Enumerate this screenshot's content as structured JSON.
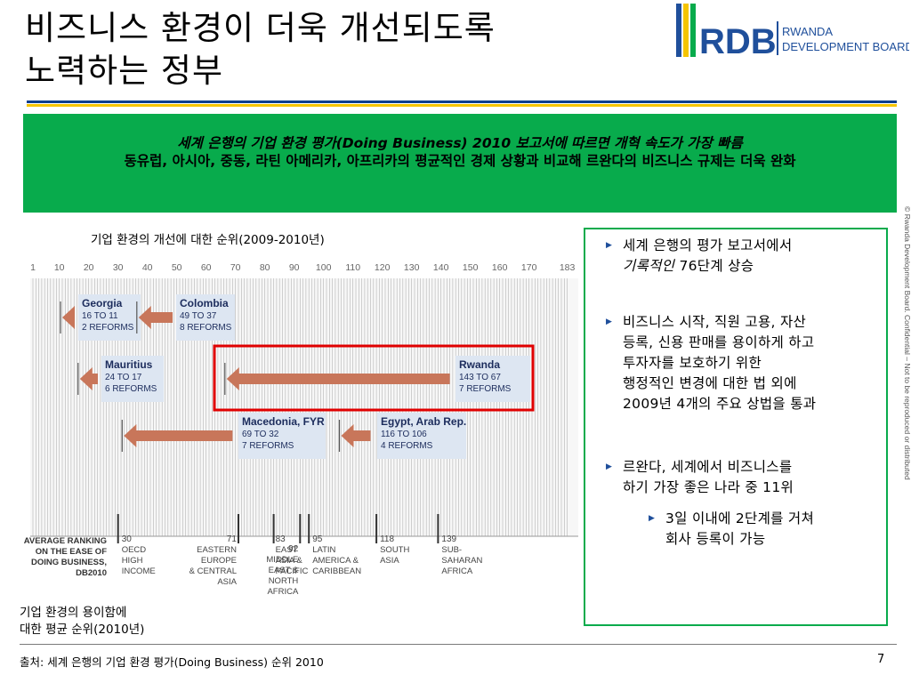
{
  "title": {
    "line1": "비즈니스 환경이 더욱 개선되도록",
    "line2": "노력하는 정부"
  },
  "logo": {
    "mark": "RDB",
    "line1": "RWANDA",
    "line2": "DEVELOPMENT BOARD"
  },
  "banner": {
    "line1": "세계 은행의 기업 환경 평가(Doing Business) 2010 보고서에 따르면 개혁 속도가 가장 빠름",
    "line2": "동유럽, 아시아, 중동, 라틴 아메리카, 아프리카의 평균적인 경제 상황과 비교해 르완다의 비즈니스 규제는 더욱 완화"
  },
  "chart_data": {
    "type": "bar",
    "title": "기업 환경의 개선에 대한 순위(2009-2010년)",
    "x_ticks": [
      "1",
      "10",
      "20",
      "30",
      "40",
      "50",
      "60",
      "70",
      "80",
      "90",
      "100",
      "110",
      "120",
      "130",
      "140",
      "150",
      "160",
      "170",
      "183"
    ],
    "series": [
      {
        "name": "Georgia",
        "from": 16,
        "to": 11,
        "reforms": "2 REFORMS",
        "detail": "16 TO 11"
      },
      {
        "name": "Colombia",
        "from": 49,
        "to": 37,
        "reforms": "8 REFORMS",
        "detail": "49 TO 37"
      },
      {
        "name": "Mauritius",
        "from": 24,
        "to": 17,
        "reforms": "6 REFORMS",
        "detail": "24 TO 17"
      },
      {
        "name": "Rwanda",
        "from": 143,
        "to": 67,
        "reforms": "7 REFORMS",
        "detail": "143 TO 67"
      },
      {
        "name": "Macedonia, FYR",
        "from": 69,
        "to": 32,
        "reforms": "7 REFORMS",
        "detail": "69 TO 32"
      },
      {
        "name": "Egypt, Arab Rep.",
        "from": 116,
        "to": 106,
        "reforms": "4 REFORMS",
        "detail": "116 TO 106"
      }
    ],
    "average_label": [
      "AVERAGE RANKING",
      "ON THE EASE OF",
      "DOING BUSINESS,",
      "DB2010"
    ],
    "averages": [
      {
        "value": 30,
        "lines": [
          "OECD",
          "HIGH",
          "INCOME"
        ]
      },
      {
        "value": 71,
        "lines": [
          "EASTERN",
          "EUROPE",
          "& CENTRAL",
          "ASIA"
        ]
      },
      {
        "value": 83,
        "lines": [
          "EAST",
          "ASIA &",
          "PACIFIC"
        ]
      },
      {
        "value": 92,
        "lines": [
          "MIDDLE",
          "EAST &",
          "NORTH",
          "AFRICA"
        ]
      },
      {
        "value": 95,
        "lines": [
          "LATIN",
          "AMERICA &",
          "CARIBBEAN"
        ]
      },
      {
        "value": 118,
        "lines": [
          "SOUTH",
          "ASIA"
        ]
      },
      {
        "value": 139,
        "lines": [
          "SUB-",
          "SAHARAN",
          "AFRICA"
        ]
      }
    ],
    "bottom_label": [
      "기업 환경의 용이함에",
      "대한 평균 순위(2010년)"
    ],
    "colors": {
      "arrow": "#c8765a",
      "label_box": "#dde6f2",
      "label_text": "#1c2c5c",
      "highlight": "#e00000",
      "grid": "#b4b4b4"
    }
  },
  "bullets": {
    "b1": {
      "line1": "세계 은행의 평가 보고서에서",
      "line2_italic": "기록적인",
      "line2_rest": " 76단계 상승"
    },
    "b2": {
      "lines": [
        "비즈니스 시작, 직원 고용, 자산",
        "등록, 신용 판매를 용이하게 하고",
        "투자자를 보호하기 위한",
        "행정적인 변경에 대한 법 외에",
        "2009년 4개의 주요 상법을 통과"
      ]
    },
    "b3": {
      "lines": [
        "르완다, 세계에서 비즈니스를",
        "하기 가장 좋은 나라 중 11위"
      ]
    },
    "b3a": {
      "lines": [
        "3일 이내에 2단계를 거쳐",
        "회사 등록이 가능"
      ]
    }
  },
  "side_note": "© Rwanda Development Board. Confidential – Not to be reproduced or distributed",
  "footer": {
    "label": "출처:",
    "text": " 세계 은행의 기업 환경 평가(Doing Business) 순위 2010"
  },
  "page_number": "7"
}
